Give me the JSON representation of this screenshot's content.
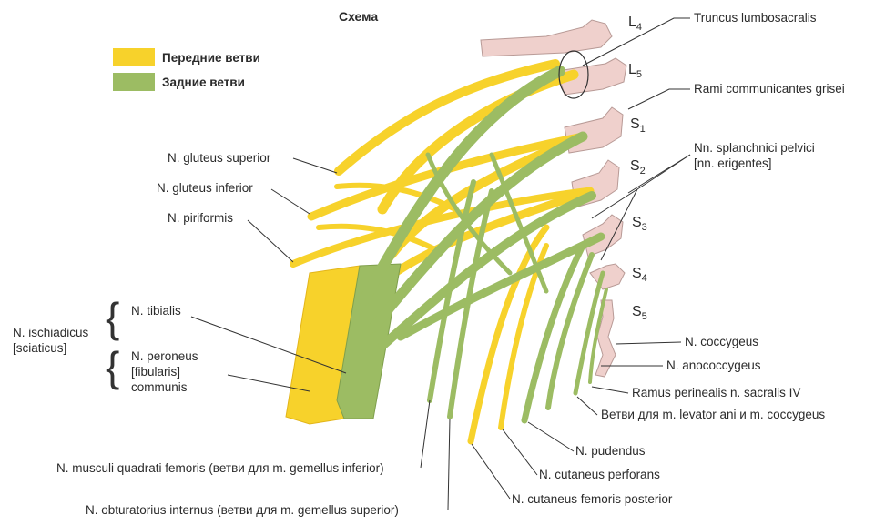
{
  "title": "Схема",
  "legend": [
    {
      "label": "Передние ветви",
      "color": "#f7d22b"
    },
    {
      "label": "Задние ветви",
      "color": "#9cbc63"
    }
  ],
  "segments": {
    "L4": {
      "letter": "L",
      "num": "4"
    },
    "L5": {
      "letter": "L",
      "num": "5"
    },
    "S1": {
      "letter": "S",
      "num": "1"
    },
    "S2": {
      "letter": "S",
      "num": "2"
    },
    "S3": {
      "letter": "S",
      "num": "3"
    },
    "S4": {
      "letter": "S",
      "num": "4"
    },
    "S5": {
      "letter": "S",
      "num": "5"
    }
  },
  "labels": {
    "truncus": "Truncus lumbosacralis",
    "rami": "Rami communicantes grisei",
    "splanchnici_1": "Nn. splanchnici pelvici",
    "splanchnici_2": "[nn. erigentes]",
    "gluteus_superior": "N. gluteus superior",
    "gluteus_inferior": "N. gluteus inferior",
    "piriformis": "N. piriformis",
    "ischiadicus_1": "N. ischiadicus",
    "ischiadicus_2": "[sciaticus]",
    "tibialis": "N. tibialis",
    "peroneus_1": "N. peroneus",
    "peroneus_2": "[fibularis]",
    "peroneus_3": "communis",
    "coccygeus": "N. coccygeus",
    "anococcygeus": "N. anococcygeus",
    "ramus_perinealis": "Ramus perinealis n. sacralis IV",
    "vetvi_levator": "Ветви для m. levator ani и m. coccygeus",
    "pudendus": "N. pudendus",
    "cutaneus_perforans": "N. cutaneus perforans",
    "cutaneus_femoris": "N. cutaneus femoris posterior",
    "quadrati": "N. musculi quadrati femoris (ветви для m. gemellus inferior)",
    "obturatorius": "N. obturatorius internus (ветви для m. gemellus superior)"
  },
  "colors": {
    "anterior": "#f7d22b",
    "anterior_dark": "#e3b519",
    "posterior": "#9cbc63",
    "posterior_dark": "#7f9f4c",
    "root": "#efd0cc",
    "root_edge": "#b89a96",
    "line": "#333333"
  }
}
